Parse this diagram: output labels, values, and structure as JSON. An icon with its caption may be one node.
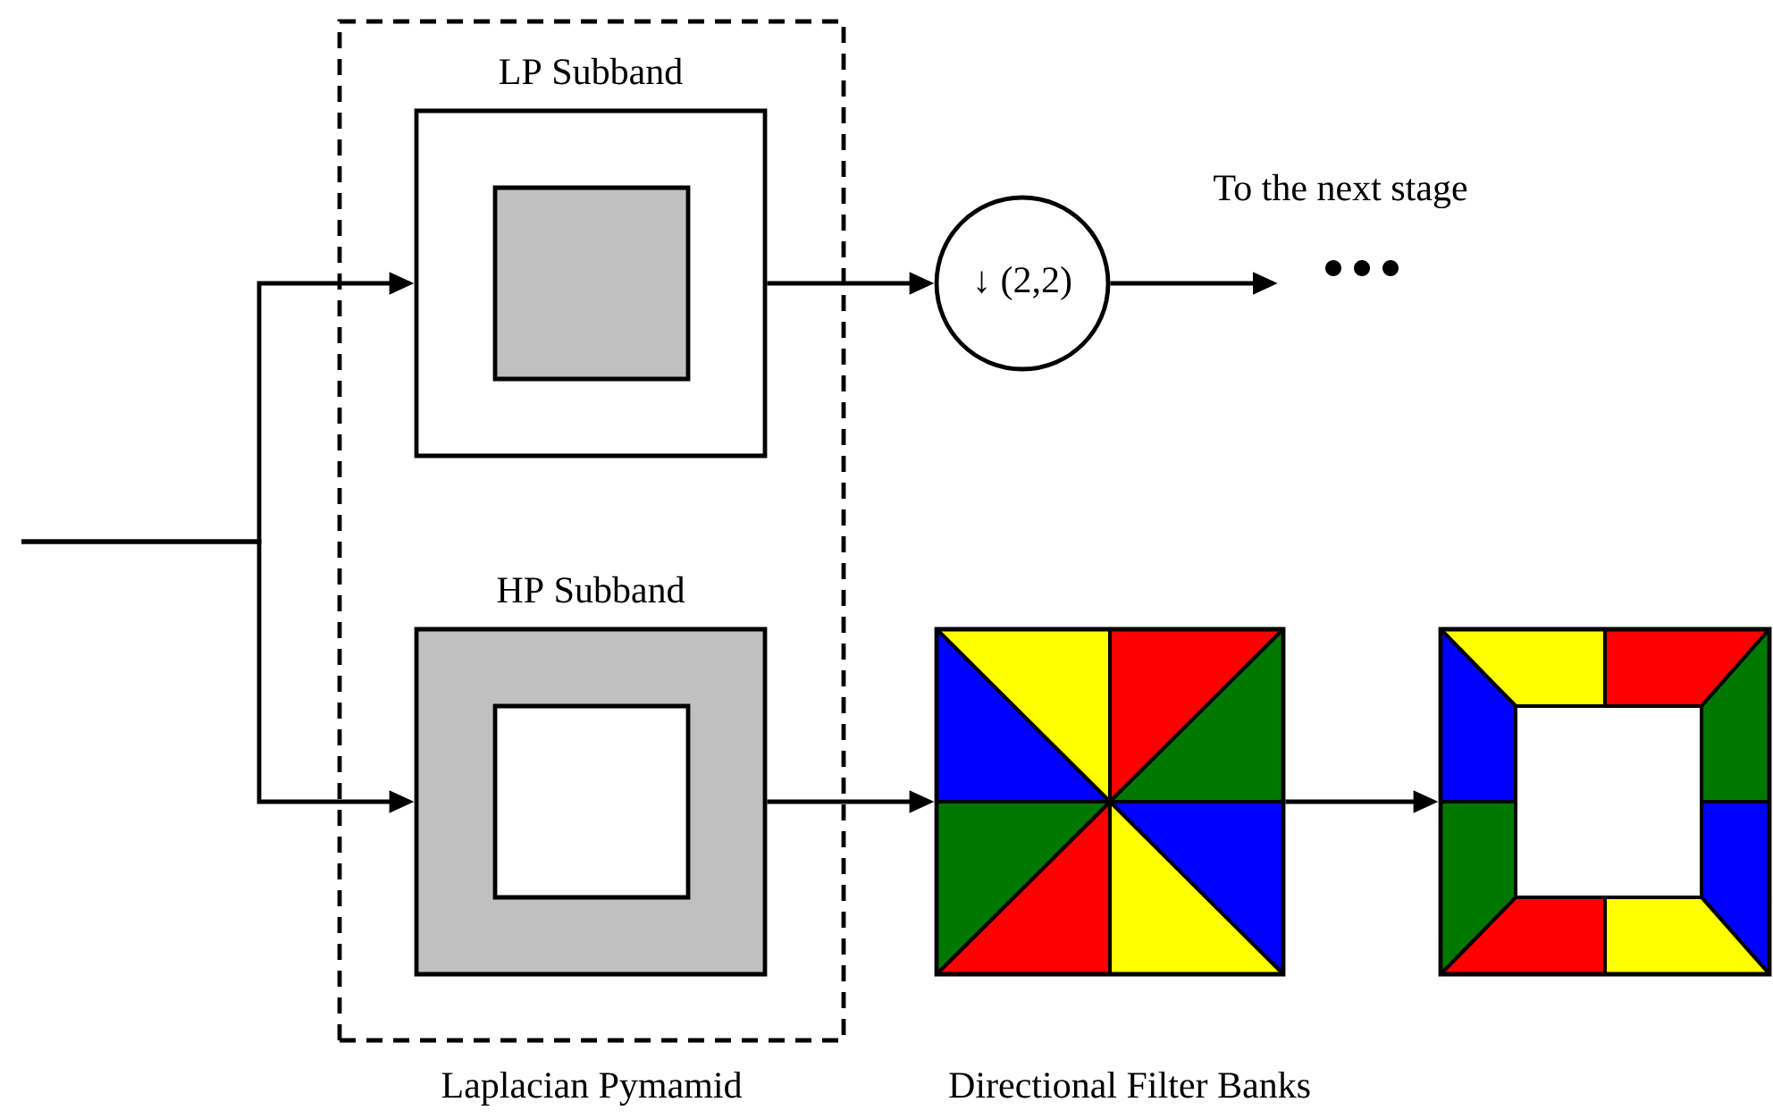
{
  "diagram": {
    "nodes": [
      {
        "text": [
          "Laplacian Pymamid"
        ]
      },
      {
        "text": [
          "LP Subband"
        ],
        "in": 0
      },
      {
        "text": [
          "HP Subband"
        ],
        "in": 0
      },
      {
        "text": [
          "↓ (2,2)"
        ]
      },
      {
        "text": [
          "Directional Filter Banks"
        ]
      },
      {
        "text": [],
        "shape": "box"
      }
    ],
    "edges": [
      {
        "from": null,
        "to": 1,
        "arrow": "to"
      },
      {
        "from": null,
        "to": 2,
        "arrow": "to"
      },
      {
        "from": 1,
        "to": 3,
        "arrow": "to"
      },
      {
        "from": 3,
        "to": null,
        "arrow": "to"
      },
      {
        "from": 2,
        "to": 4,
        "arrow": "to"
      },
      {
        "from": 4,
        "to": 5,
        "arrow": "to"
      }
    ],
    "labels": [
      "To the next stage"
    ]
  }
}
